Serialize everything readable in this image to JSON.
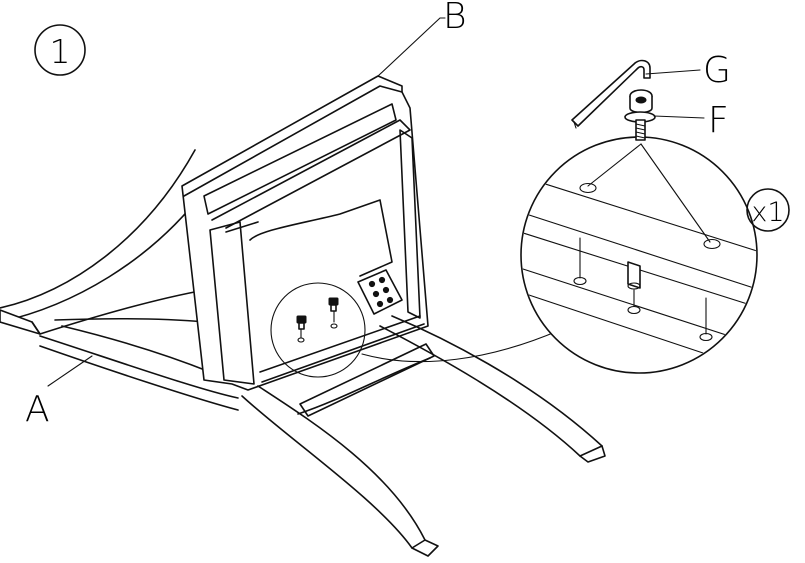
{
  "step": {
    "number": "1"
  },
  "parts": [
    {
      "letter": "A"
    },
    {
      "letter": "B"
    },
    {
      "letter": "F"
    },
    {
      "letter": "G"
    }
  ],
  "quantity": {
    "text": "x1"
  },
  "colors": {
    "line": "#111111",
    "background": "#ffffff"
  },
  "icons": {
    "hex_key": "hex-key-icon",
    "bolt": "bolt-washer-icon"
  }
}
